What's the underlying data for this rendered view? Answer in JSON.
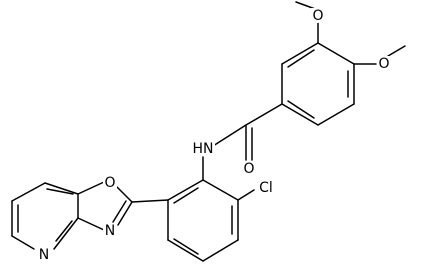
{
  "diagram": {
    "type": "chemical-structure",
    "atom_labels": {
      "o_methoxy_top": "O",
      "o_methoxy_right": "O",
      "nh": "HN",
      "o_carbonyl": "O",
      "cl": "Cl",
      "o_oxazole": "O",
      "n_oxazole": "N",
      "n_pyridine": "N"
    },
    "colors": {
      "bond": "#000000",
      "label": "#000000",
      "background": "#ffffff"
    }
  }
}
